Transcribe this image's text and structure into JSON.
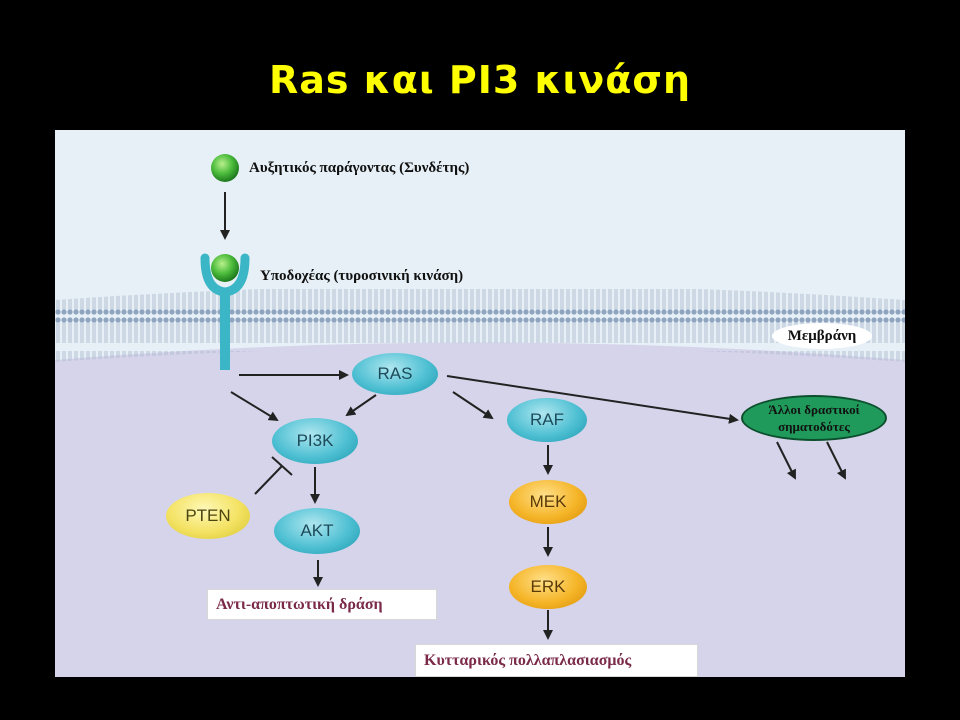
{
  "title": "Ras και PI3 κινάση",
  "labels": {
    "growth_factor": "Αυξητικός παράγοντας (Συνδέτης)",
    "receptor": "Υποδοχέας (τυροσινική κινάση)",
    "membrane": "Μεμβράνη",
    "other_effectors_line1": "Άλλοι δραστικοί",
    "other_effectors_line2": "σηματοδότες"
  },
  "nodes": {
    "ras": "RAS",
    "pi3k": "PI3K",
    "pten": "PTEN",
    "akt": "AKT",
    "raf": "RAF",
    "mek": "MEK",
    "erk": "ERK"
  },
  "outcomes": {
    "anti_apoptotic": "Αντι-αποπτωτική δράση",
    "proliferation": "Κυτταρικός πολλαπλασιασμός"
  },
  "colors": {
    "title": "#ffff00",
    "background": "#000000",
    "extracellular": "#e6f0f6",
    "cytoplasm": "#d5d4ea",
    "membrane": "#8fa4bf",
    "node_teal": "#4fc0d3",
    "node_orange": "#f5b528",
    "node_yellow": "#f3e262",
    "ligand_green": "#3fae3f",
    "effectors_green": "#1f9a5a"
  }
}
